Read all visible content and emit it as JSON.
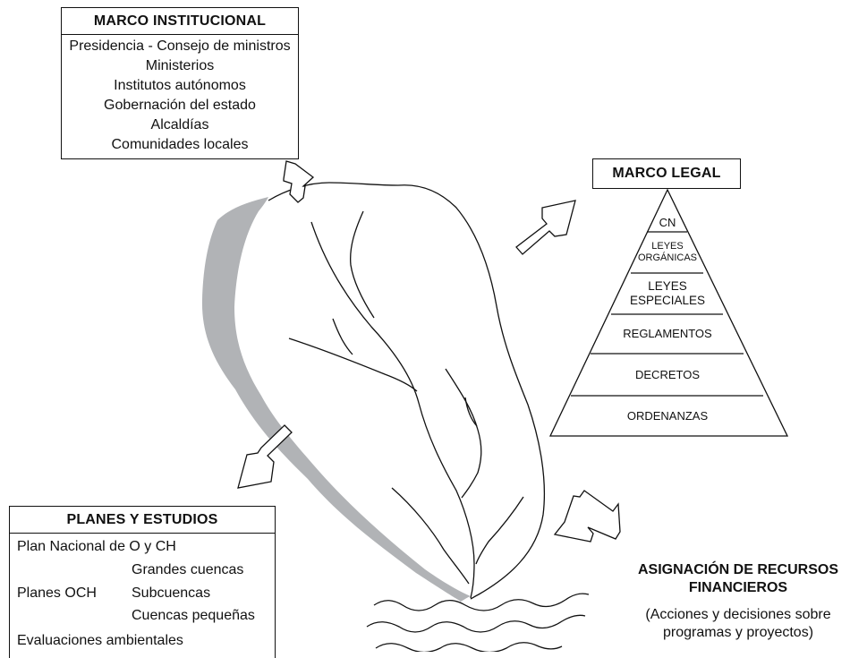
{
  "institutional": {
    "title": "MARCO INSTITUCIONAL",
    "items": [
      "Presidencia - Consejo de ministros",
      "Ministerios",
      "Institutos autónomos",
      "Gobernación del estado",
      "Alcaldías",
      "Comunidades locales"
    ]
  },
  "legal": {
    "title": "MARCO LEGAL",
    "levels": [
      "CN",
      "LEYES ORGÁNICAS",
      "LEYES ESPECIALES",
      "REGLAMENTOS",
      "DECRETOS",
      "ORDENANZAS"
    ]
  },
  "plans": {
    "title": "PLANES Y ESTUDIOS",
    "national": "Plan Nacional de O y CH",
    "och_label": "Planes OCH",
    "och_items": [
      "Grandes cuencas",
      "Subcuencas",
      "Cuencas pequeñas"
    ],
    "environmental": "Evaluaciones ambientales"
  },
  "financial": {
    "title_line1": "ASIGNACIÓN DE RECURSOS",
    "title_line2": "FINANCIEROS",
    "subtitle_line1": "(Acciones y decisiones sobre",
    "subtitle_line2": "programas y proyectos)"
  },
  "colors": {
    "stroke": "#111111",
    "riparian_band": "#b1b3b6"
  }
}
